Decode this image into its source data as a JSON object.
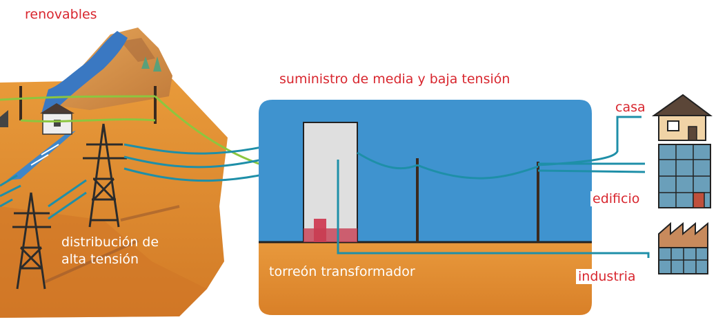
{
  "labels": {
    "renewables": "renovables",
    "supply": "suministro de media y baja tensión",
    "house": "casa",
    "building": "edificio",
    "industry": "industria",
    "distribution_line1": "distribución de",
    "distribution_line2": "alta tensión",
    "transformer": "torreón transformador"
  },
  "colors": {
    "label_red": "#d8262e",
    "label_white": "#ffffff",
    "ground": "#e0902e",
    "sky": "#3f93cf",
    "cable_blue": "#1e8fa8",
    "cable_green": "#8cc63f",
    "tower": "#2b2b2b"
  }
}
